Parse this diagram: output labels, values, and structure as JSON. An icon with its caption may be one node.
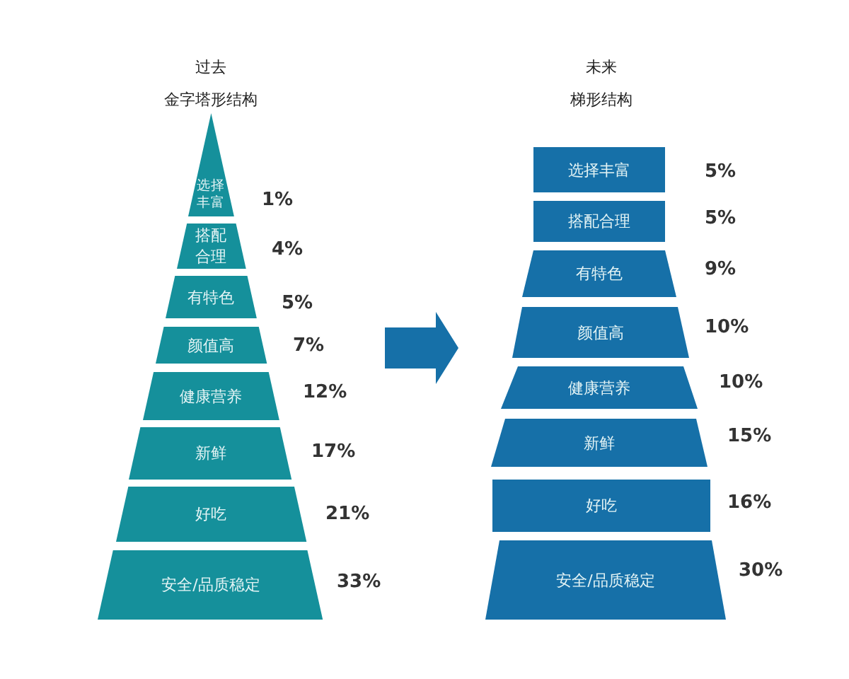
{
  "diagram": {
    "nodes": [
      {
        "text": [
          "过去",
          "金字塔形结构"
        ]
      },
      {
        "text": [
          "选择丰富"
        ],
        "in": 0,
        "beside": [
          "1%"
        ]
      },
      {
        "text": [
          "搭配合理"
        ],
        "in": 0,
        "beside": [
          "4%"
        ]
      },
      {
        "text": [
          "有特色"
        ],
        "in": 0,
        "beside": [
          "5%"
        ]
      },
      {
        "text": [
          "颜值高"
        ],
        "in": 0,
        "beside": [
          "7%"
        ]
      },
      {
        "text": [
          "健康营养"
        ],
        "in": 0,
        "beside": [
          "12%"
        ]
      },
      {
        "text": [
          "新鲜"
        ],
        "in": 0,
        "beside": [
          "17%"
        ]
      },
      {
        "text": [
          "好吃"
        ],
        "in": 0,
        "beside": [
          "21%"
        ]
      },
      {
        "text": [
          "安全/品质稳定"
        ],
        "in": 0,
        "beside": [
          "33%"
        ]
      },
      {
        "text": [
          "未来",
          "梯形结构"
        ]
      },
      {
        "text": [
          "选择丰富"
        ],
        "in": 9,
        "beside": [
          "5%"
        ]
      },
      {
        "text": [
          "搭配合理"
        ],
        "in": 9,
        "beside": [
          "5%"
        ]
      },
      {
        "text": [
          "有特色"
        ],
        "in": 9,
        "beside": [
          "9%"
        ]
      },
      {
        "text": [
          "颜值高"
        ],
        "in": 9,
        "beside": [
          "10%"
        ]
      },
      {
        "text": [
          "健康营养"
        ],
        "in": 9,
        "beside": [
          "10%"
        ]
      },
      {
        "text": [
          "新鲜"
        ],
        "in": 9,
        "beside": [
          "15%"
        ]
      },
      {
        "text": [
          "好吃"
        ],
        "in": 9,
        "beside": [
          "16%"
        ]
      },
      {
        "text": [
          "安全/品质稳定"
        ],
        "in": 9,
        "beside": [
          "30%"
        ]
      }
    ],
    "edges": [
      {
        "from": 0,
        "to": 9,
        "arrow": "to"
      }
    ]
  }
}
